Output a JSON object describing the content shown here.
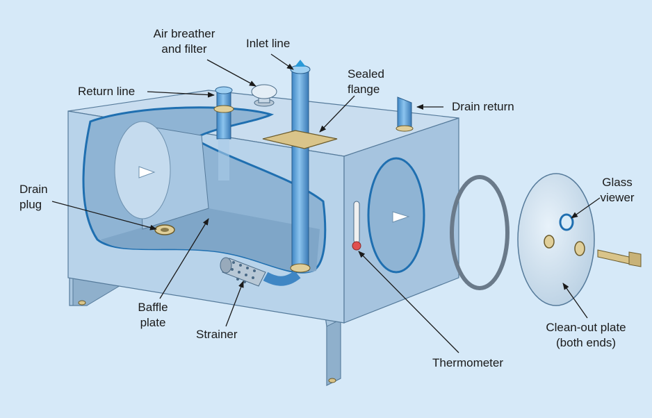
{
  "labels": {
    "air_breather_1": "Air breather",
    "air_breather_2": "and filter",
    "inlet_line": "Inlet line",
    "sealed_1": "Sealed",
    "sealed_2": "flange",
    "return_line": "Return line",
    "drain_return": "Drain return",
    "drain_plug_1": "Drain",
    "drain_plug_2": "plug",
    "glass_1": "Glass",
    "glass_2": "viewer",
    "baffle_1": "Baffle",
    "baffle_2": "plate",
    "strainer": "Strainer",
    "thermometer": "Thermometer",
    "cleanout_1": "Clean-out plate",
    "cleanout_2": "(both ends)"
  },
  "colors": {
    "background": "#d6e9f8",
    "tank_face": "#b8d3ea",
    "tank_interior": "#8fb4d4",
    "pipe": "#5b9fd6",
    "label_text": "#1a1a1a",
    "arrow_up": "#2a9ad8"
  }
}
